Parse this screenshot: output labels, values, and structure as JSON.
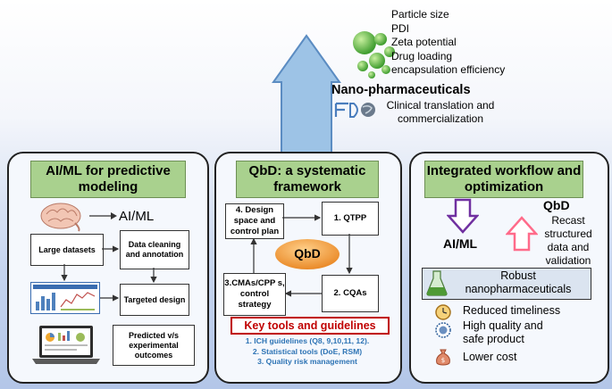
{
  "top": {
    "properties": [
      "Particle size",
      "PDI",
      "Zeta potential",
      "Drug loading",
      "encapsulation efficiency"
    ],
    "nano_title": "Nano-pharmaceuticals",
    "clinical": "Clinical translation and commercialization"
  },
  "left_panel": {
    "header": "AI/ML for predictive modeling",
    "ai_label": "AI/ML",
    "large_datasets": "Large datasets",
    "data_cleaning": "Data cleaning and annotation",
    "targeted_design": "Targeted design",
    "predicted": "Predicted v/s experimental outcomes"
  },
  "middle_panel": {
    "header": "QbD: a systematic framework",
    "design_space": "4. Design space and control plan",
    "qtpp": "1. QTPP",
    "cmas": "3.CMAs/CPP s, control strategy",
    "cqas": "2. CQAs",
    "qbd_center": "QbD",
    "key_tools": "Key tools and guidelines",
    "guidelines": [
      "1. ICH guidelines (Q8, 9,10,11, 12).",
      "2. Statistical tools (DoE, RSM)",
      "3. Quality risk management"
    ]
  },
  "right_panel": {
    "header": "Integrated workflow and optimization",
    "ai_label": "AI/ML",
    "qbd_label": "QbD",
    "recast": "Recast structured data and validation",
    "robust": "Robust nanopharmaceuticals",
    "benefits": [
      "Reduced timeliness",
      "High quality and safe product",
      "Lower cost"
    ]
  }
}
